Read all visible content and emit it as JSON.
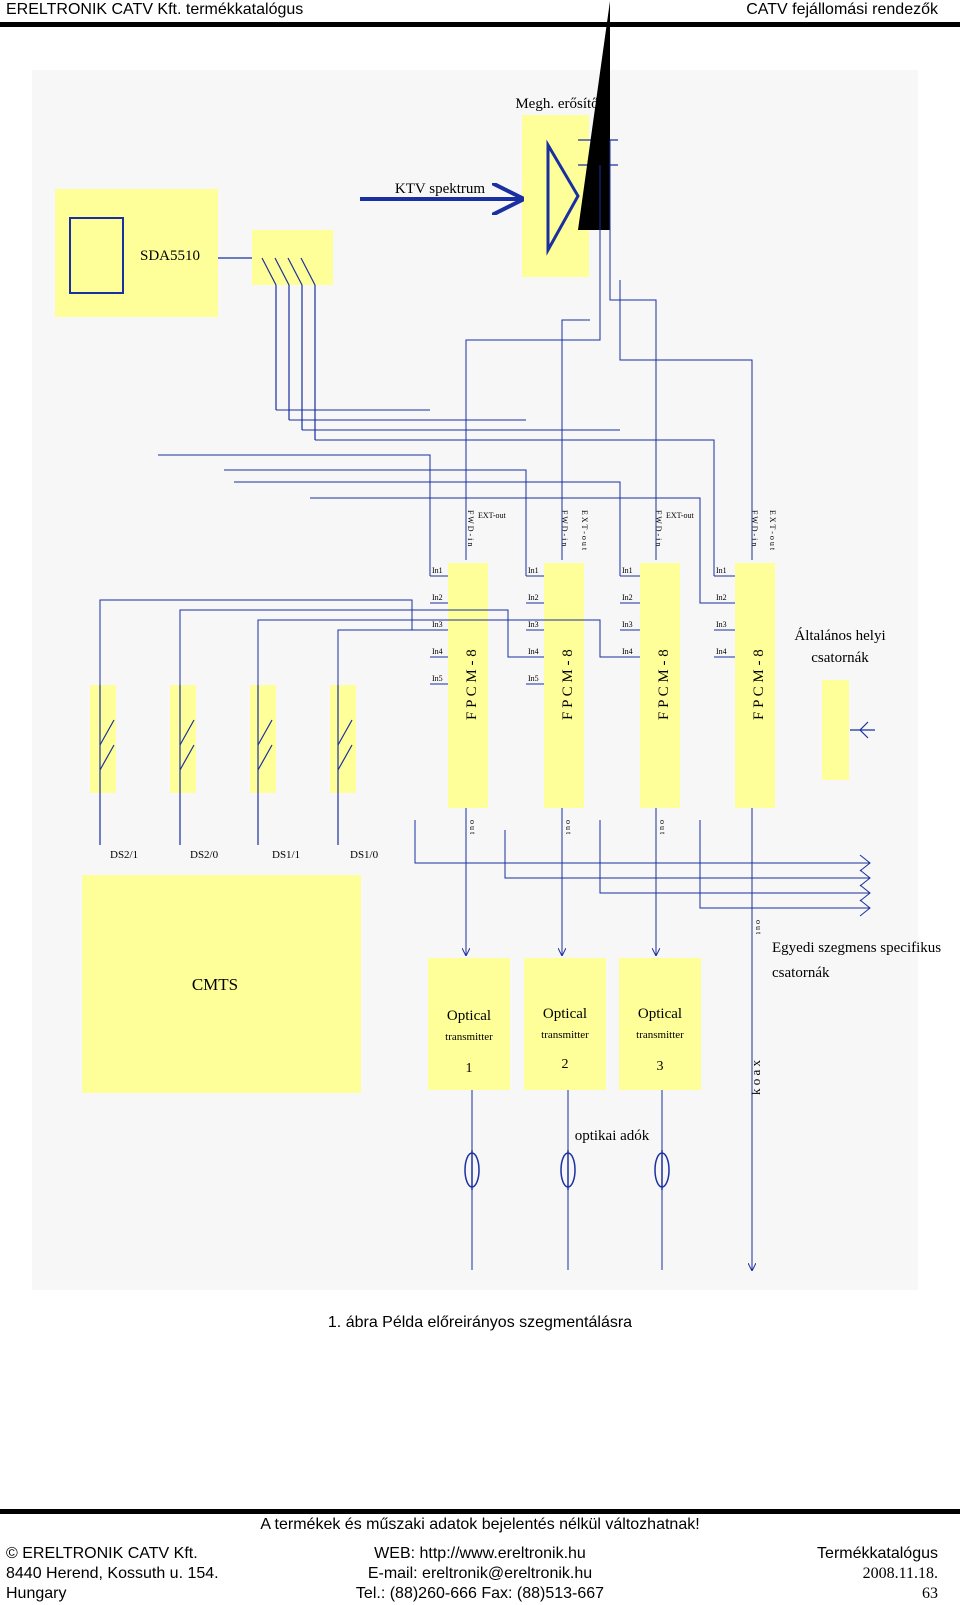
{
  "header": {
    "left": "ERELTRONIK CATV Kft. termékkatalógus",
    "right": "CATV fejállomási rendezők"
  },
  "diagram": {
    "amp_label": "Megh. erősítő",
    "ktv_label": "KTV spektrum",
    "sda_label": "SDA5510",
    "fpcm_label": "F P C M - 8",
    "fwd_label": "F W D - i n",
    "ext_label": "E X T - o u t",
    "ext_out": "EXT-out",
    "in_labels": [
      "In1",
      "In2",
      "In3",
      "In4",
      "In5"
    ],
    "out_label": "o u t",
    "general_channels": [
      "Általános helyi",
      "csatornák"
    ],
    "ds_labels": [
      "DS2/1",
      "DS2/0",
      "DS1/1",
      "DS1/0"
    ],
    "cmts_label": "CMTS",
    "optical": "Optical",
    "transmitter": "transmitter",
    "tx_numbers": [
      "1",
      "2",
      "3"
    ],
    "segment_channels": [
      "Egyedi szegmens specifikus",
      "csatornák"
    ],
    "koax": "k o a x",
    "optical_tx_label": "optikai adók"
  },
  "caption": "1. ábra Példa előreirányos szegmentálásra",
  "footer": {
    "notice": "A termékek és műszaki adatok bejelentés nélkül változhatnak!",
    "col1": [
      "© ERELTRONIK CATV Kft.",
      "8440 Herend, Kossuth u. 154.",
      "Hungary"
    ],
    "col2": [
      "WEB: http://www.ereltronik.hu",
      "E-mail: ereltronik@ereltronik.hu",
      "Tel.: (88)260-666 Fax: (88)513-667"
    ],
    "col3": [
      "Termékkatalógus",
      "2008.11.18.",
      "63"
    ]
  },
  "colors": {
    "block": "#ffff99",
    "wire": "#1a2fa0",
    "ink": "#000000"
  }
}
